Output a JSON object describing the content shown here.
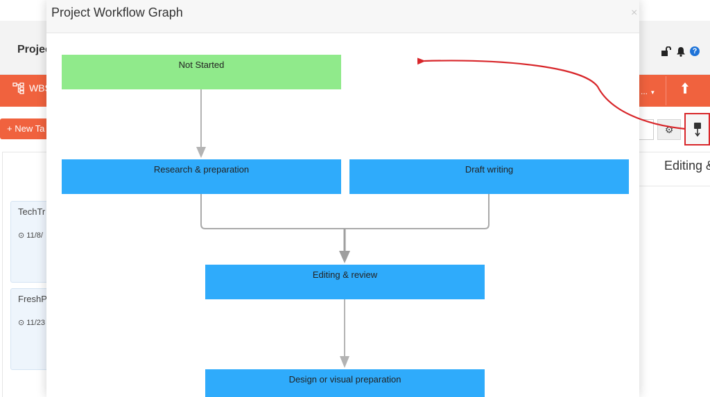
{
  "background": {
    "header": {
      "title": "Projec"
    },
    "toolbar": {
      "wbs_label": "WBS",
      "more_label": "...",
      "upload_icon": "upload-arrow"
    },
    "actions": {
      "new_task_label": "+ New Ta",
      "graph_icon": "workflow-graph-icon",
      "gear_icon": "gear-icon"
    },
    "board": {
      "column_header": "Editing &",
      "cards": [
        {
          "title": "TechTr",
          "date": "11/8/"
        },
        {
          "title": "FreshP",
          "date": "11/23"
        }
      ]
    },
    "colors": {
      "toolbar_orange": "#f0623e",
      "highlight_red": "#d8262a"
    }
  },
  "modal": {
    "title": "Project Workflow Graph",
    "close_symbol": "×",
    "nodes": [
      {
        "id": "not-started",
        "label": "Not Started",
        "color": "#90ea8b"
      },
      {
        "id": "research",
        "label": "Research & preparation",
        "color": "#2fabfb"
      },
      {
        "id": "draft",
        "label": "Draft writing",
        "color": "#2fabfb"
      },
      {
        "id": "editing",
        "label": "Editing & review",
        "color": "#2fabfb"
      },
      {
        "id": "design",
        "label": "Design or visual preparation",
        "color": "#2fabfb"
      }
    ],
    "edges": [
      {
        "from": "not-started",
        "to": "research"
      },
      {
        "from": "research",
        "to": "editing"
      },
      {
        "from": "draft",
        "to": "editing"
      },
      {
        "from": "editing",
        "to": "design"
      }
    ]
  }
}
